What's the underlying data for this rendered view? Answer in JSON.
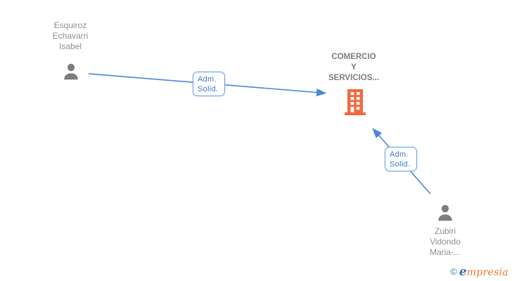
{
  "nodes": {
    "person1": {
      "type": "person",
      "name_lines": [
        "Esquiroz",
        "Echavarri",
        "Isabel"
      ]
    },
    "company": {
      "type": "company",
      "name_lines": [
        "COMERCIO",
        "Y",
        "SERVICIOS..."
      ]
    },
    "person2": {
      "type": "person",
      "name_lines": [
        "Zubiri",
        "Vidondo",
        "Maria-..."
      ]
    }
  },
  "edges": [
    {
      "from": "person1",
      "to": "company",
      "label_lines": [
        "Adm.",
        "Solid."
      ]
    },
    {
      "from": "person2",
      "to": "company",
      "label_lines": [
        "Adm.",
        "Solid."
      ]
    }
  ],
  "watermark": {
    "copyright": "©",
    "brand_first": "e",
    "brand_rest": "mpresia"
  },
  "colors": {
    "edge_blue": "#4a86d9",
    "label_border": "#6ba0e5",
    "label_text": "#3a78cf",
    "person_icon_gray": "#7d7d7d",
    "person_text_gray": "#8f8f8f",
    "company_text_gray": "#7d7d7d",
    "building_orange": "#f4673e",
    "logo_copyright_teal": "#2e7f91",
    "logo_blue": "#2e75b6",
    "logo_orange": "#ee7623"
  }
}
